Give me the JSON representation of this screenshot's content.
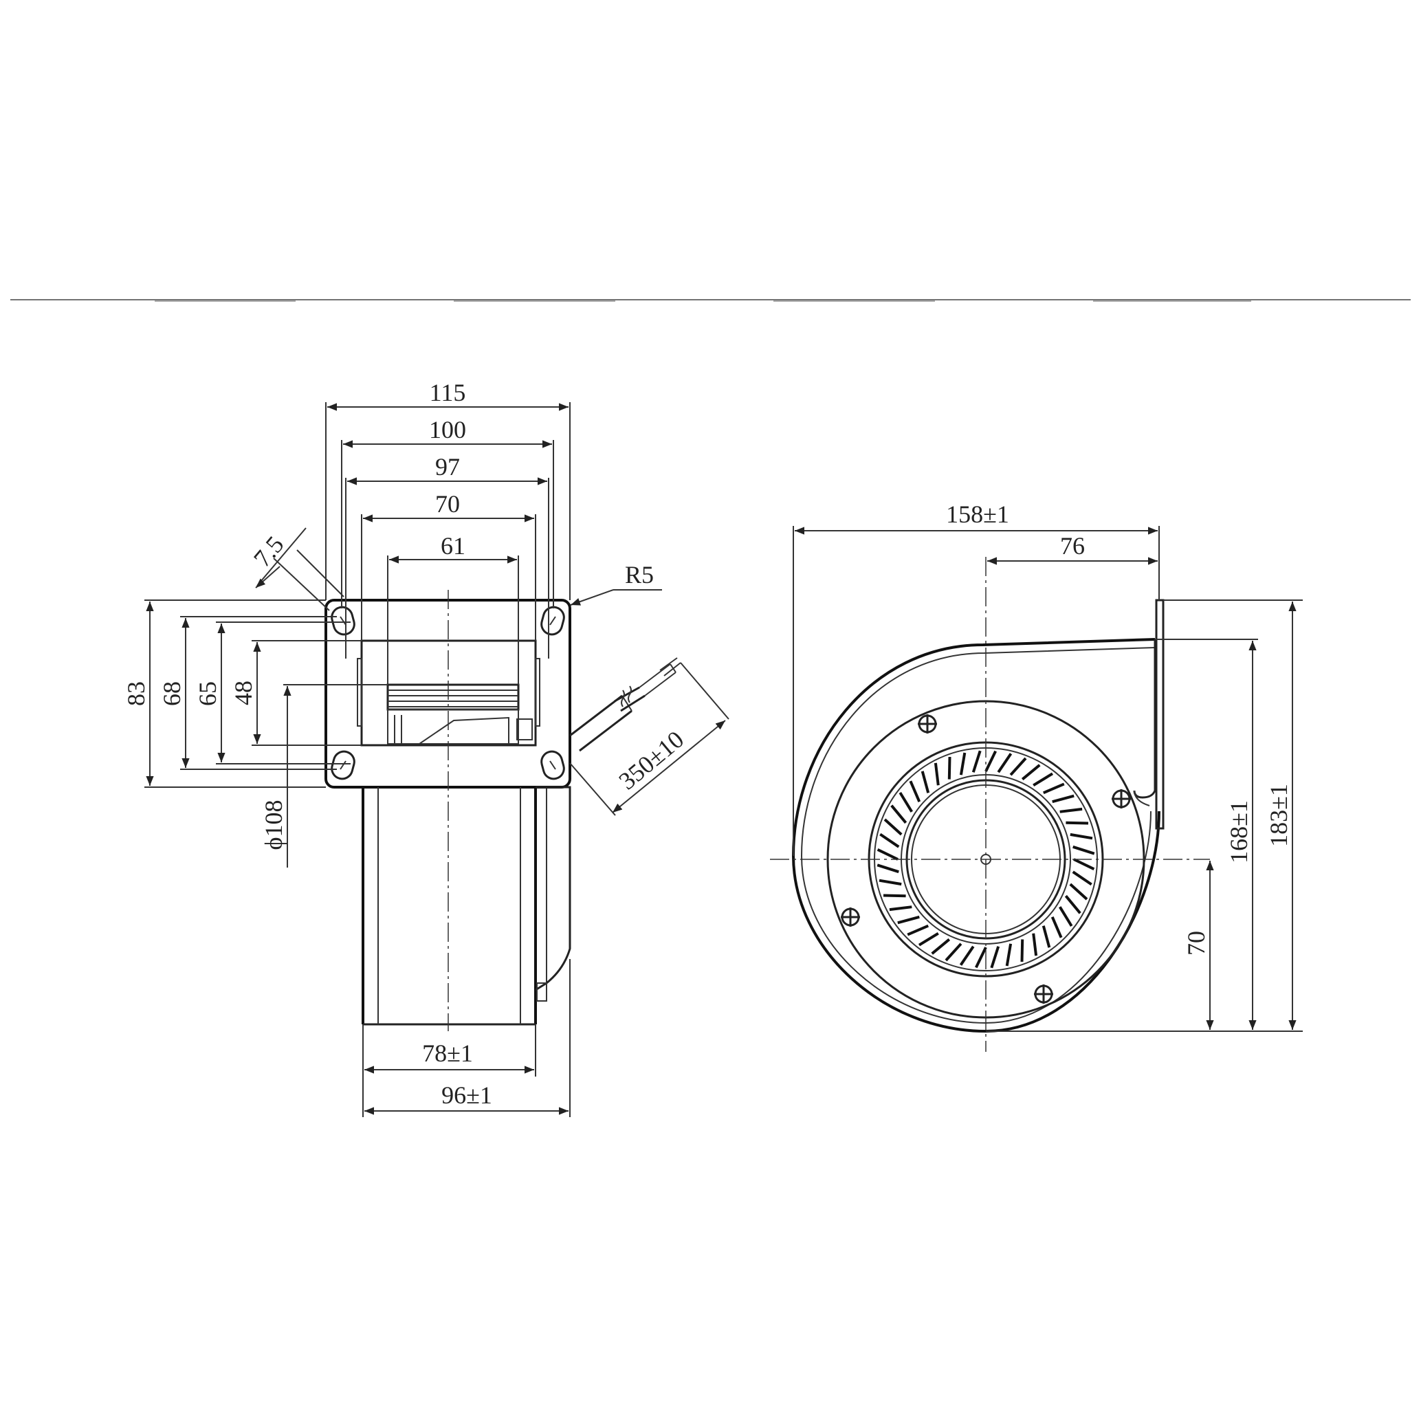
{
  "dimensions": {
    "side_view": {
      "w115": "115",
      "w100": "100",
      "w97": "97",
      "w70": "70",
      "w61": "61",
      "slot": "7.5",
      "radius": "R5",
      "h83": "83",
      "h68": "68",
      "h65": "65",
      "h48": "48",
      "diameter": "ϕ108",
      "cable": "350±10",
      "w78": "78±1",
      "w96": "96±1"
    },
    "front_view": {
      "w158": "158±1",
      "w76": "76",
      "h183": "183±1",
      "h168": "168±1",
      "h70": "70"
    }
  },
  "colors": {
    "line": "#222222",
    "background": "#ffffff"
  }
}
